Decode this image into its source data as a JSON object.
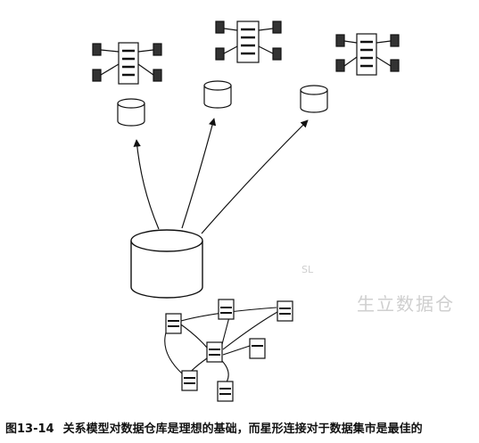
{
  "caption": {
    "figure_number": "图13-14",
    "text": "关系模型对数据仓库是理想的基础，而星形连接对于数据集市是最佳的"
  },
  "background_bleed": {
    "heading_fragment": "生立数据仓",
    "margin_mark": "SL"
  }
}
